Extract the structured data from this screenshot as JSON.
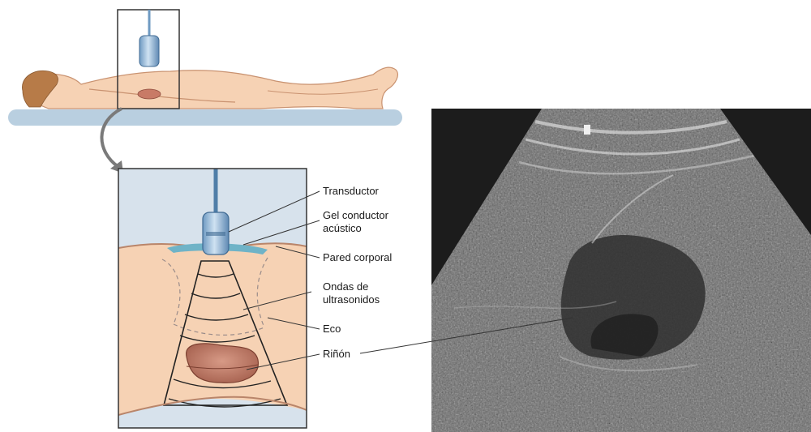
{
  "labels": {
    "transductor": "Transductor",
    "gel_line1": "Gel conductor",
    "gel_line2": "acústico",
    "pared": "Pared corporal",
    "ondas_line1": "Ondas de",
    "ondas_line2": "ultrasonidos",
    "eco": "Eco",
    "rinon": "Riñón"
  },
  "colors": {
    "skin": "#f6d2b4",
    "skin_shadow": "#e3ae8c",
    "table": "#b9cfe0",
    "probe": "#8fb4d6",
    "gel": "#6fb3c7",
    "kidney": "#c98a78",
    "frame_bg": "#d7e2ec",
    "us_dark": "#1e1e1e"
  }
}
